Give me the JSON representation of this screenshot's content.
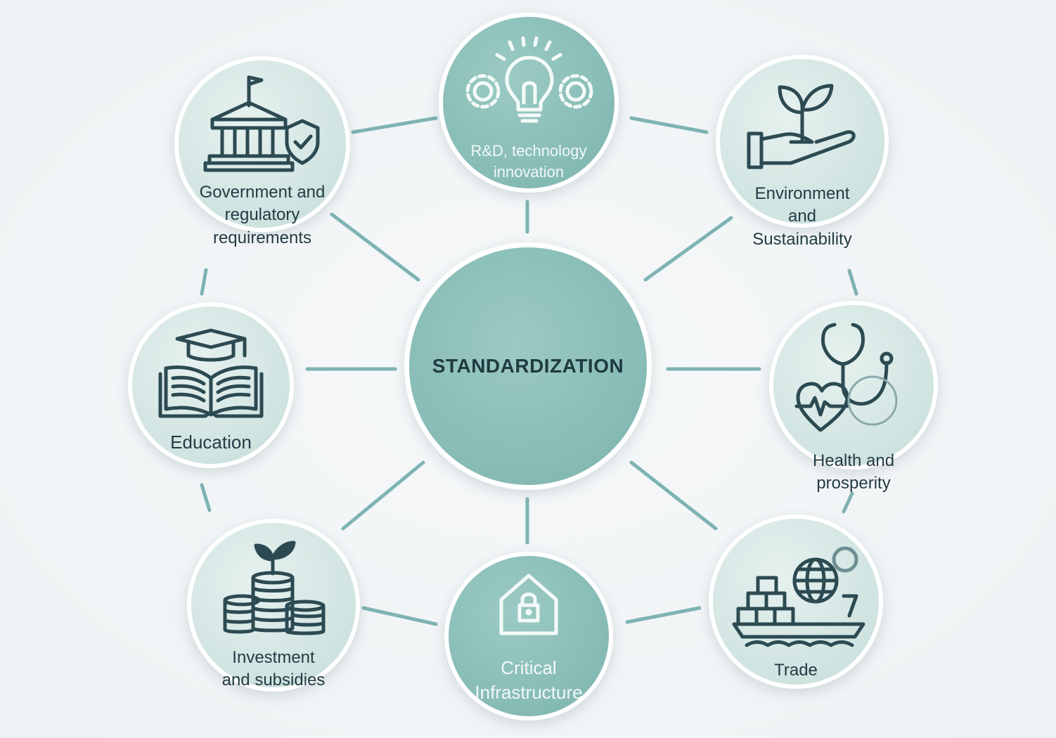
{
  "center": {
    "label": "STANDARDIZATION"
  },
  "nodes": {
    "rd": {
      "label": "R&D, technology\ninnovation",
      "icon": "lightbulb-gears-icon"
    },
    "environment": {
      "label": "Environment\nand\nSustainability",
      "icon": "hand-sprout-icon"
    },
    "health": {
      "label": "Health and\nprosperity",
      "icon": "stethoscope-heart-icon"
    },
    "trade": {
      "label": "Trade",
      "icon": "cargo-ship-globe-icon"
    },
    "infrastructure": {
      "label": "Critical\nInfrastructure",
      "icon": "house-lock-icon"
    },
    "investment": {
      "label": "Investment\nand subsidies",
      "icon": "coins-sprout-icon"
    },
    "education": {
      "label": "Education",
      "icon": "book-graduation-cap-icon"
    },
    "government": {
      "label": "Government and\nregulatory\nrequirements",
      "icon": "building-shield-icon"
    }
  },
  "colors": {
    "connector": "#7fb3b3",
    "icon_stroke": "#2c4a52",
    "node_light": "#cfe3e0",
    "node_dark": "#86bbb5"
  }
}
